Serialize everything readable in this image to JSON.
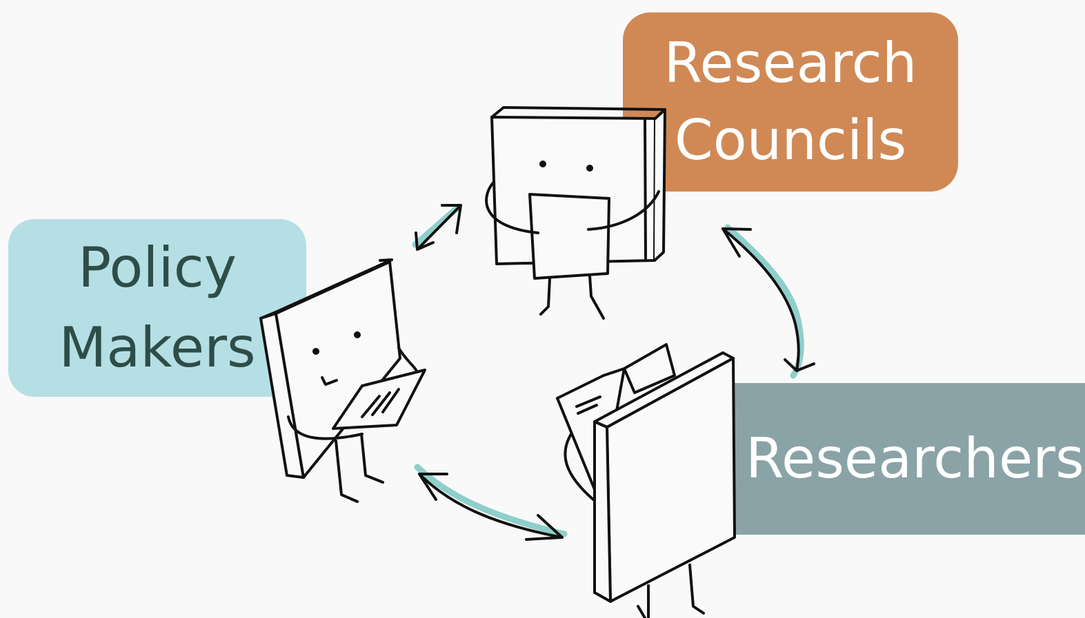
{
  "labels": {
    "research_councils": {
      "line1": "Research",
      "line2": "Councils",
      "color": "#d08955"
    },
    "policy_makers": {
      "line1": "Policy",
      "line2": "Makers",
      "color": "#b5dfe5"
    },
    "researchers": {
      "text": "Researchers",
      "color": "#8aa3a6"
    }
  },
  "figures": [
    "research-council-figure",
    "policy-maker-figure",
    "researcher-figure"
  ],
  "connections": [
    {
      "from": "policy_makers",
      "to": "research_councils"
    },
    {
      "from": "research_councils",
      "to": "researchers"
    },
    {
      "from": "researchers",
      "to": "policy_makers"
    }
  ],
  "arrow_highlight_color": "#8fcfcb"
}
